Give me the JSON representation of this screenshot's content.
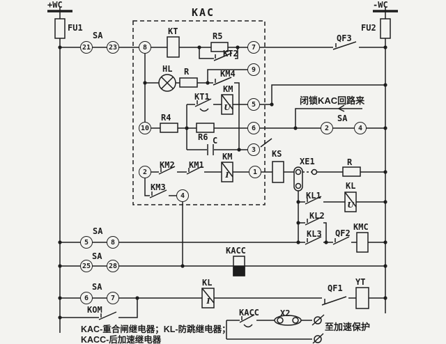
{
  "diagram": {
    "type": "electrical-schematic",
    "colors": {
      "background": "#f3f3f0",
      "line": "#1d1d1d"
    },
    "buses": {
      "positive": "+WC",
      "negative": "-WC"
    },
    "labels": {
      "fu1": "FU1",
      "fu2": "FU2",
      "sa_top": "SA",
      "sa_right": "SA",
      "sa_58": "SA",
      "sa_2528": "SA",
      "sa_67": "SA",
      "kac": "KAC",
      "kt": "KT",
      "r5": "R5",
      "kt2": "KT2",
      "qf3": "QF3",
      "hl": "HL",
      "r_inner": "R",
      "km4": "KM4",
      "km_upper": "KM",
      "kt1": "KT1",
      "r4": "R4",
      "r6": "R6",
      "c": "C",
      "km2": "KM2",
      "km1": "KM1",
      "km_lower": "KM",
      "km3": "KM3",
      "ks": "KS",
      "xe1": "XE1",
      "r_right": "R",
      "kl1": "KL1",
      "kl_upper": "KL",
      "kl2": "KL2",
      "kl3": "KL3",
      "qf2": "QF2",
      "kmc": "KMC",
      "kacc_coil": "KACC",
      "kl_lower": "KL",
      "qf1": "QF1",
      "yt": "YT",
      "kom": "KOM",
      "kacc_contact": "KACC",
      "x2": "X2"
    },
    "terminals": {
      "c21": "21",
      "c23": "23",
      "c8": "8",
      "c7": "7",
      "c9": "9",
      "c10": "10",
      "c5": "5",
      "c6": "6",
      "c3": "3",
      "c2": "2",
      "c1": "1",
      "c4": "4",
      "sa2": "2",
      "sa4": "4",
      "sa5": "5",
      "sa8": "8",
      "sa25": "25",
      "sa28": "28",
      "sa6": "6",
      "sa7": "7"
    },
    "coil_marks": {
      "km_upper": "U",
      "km_lower": "I",
      "kl_upper": "U",
      "kl_lower": "I"
    },
    "annotations": {
      "blocking_in": "闭锁KAC回路来",
      "to_accel": "至加速保护"
    },
    "legend": {
      "line1": "KAC-重合闸继电器；KL-防跳继电器；",
      "line2": "KACC-后加速继电器"
    }
  }
}
